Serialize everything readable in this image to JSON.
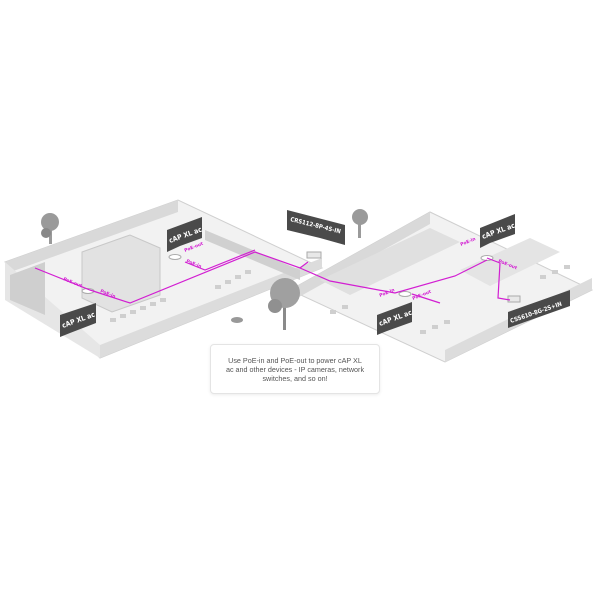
{
  "labels": {
    "cap_left_top": "cAP XL ac",
    "cap_left_bottom": "cAP XL ac",
    "crs": "CRS112-8P-4S-IN",
    "cap_right_top": "cAP XL ac",
    "cap_right_bottom": "cAP XL ac",
    "css": "CSS610-8G-2S+IN"
  },
  "poe": {
    "out": "PoE-out",
    "in": "PoE-in"
  },
  "info_text": "Use PoE-in and PoE-out to power cAP XL ac and other devices - IP cameras, network switches, and so on!",
  "colors": {
    "cable": "#d21ed2",
    "callout": "#4a4a4a",
    "wall": "#d6d6d6",
    "floor": "#f0f0f0"
  }
}
